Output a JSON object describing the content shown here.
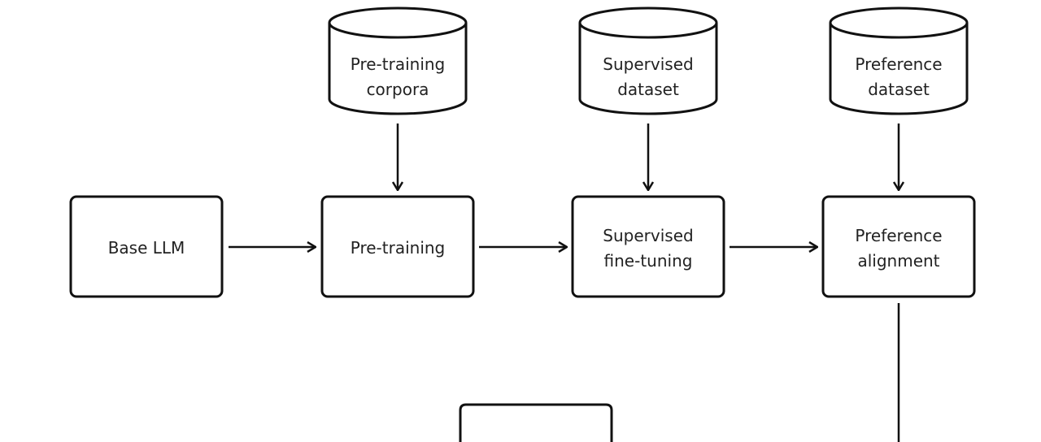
{
  "datasets": [
    {
      "line1": "Pre-training",
      "line2": "corpora"
    },
    {
      "line1": "Supervised",
      "line2": "dataset"
    },
    {
      "line1": "Preference",
      "line2": "dataset"
    }
  ],
  "stages": [
    {
      "line1": "Base LLM",
      "line2": ""
    },
    {
      "line1": "Pre-training",
      "line2": ""
    },
    {
      "line1": "Supervised",
      "line2": "fine-tuning"
    },
    {
      "line1": "Preference",
      "line2": "alignment"
    }
  ],
  "bottom_box": {
    "label": ""
  }
}
